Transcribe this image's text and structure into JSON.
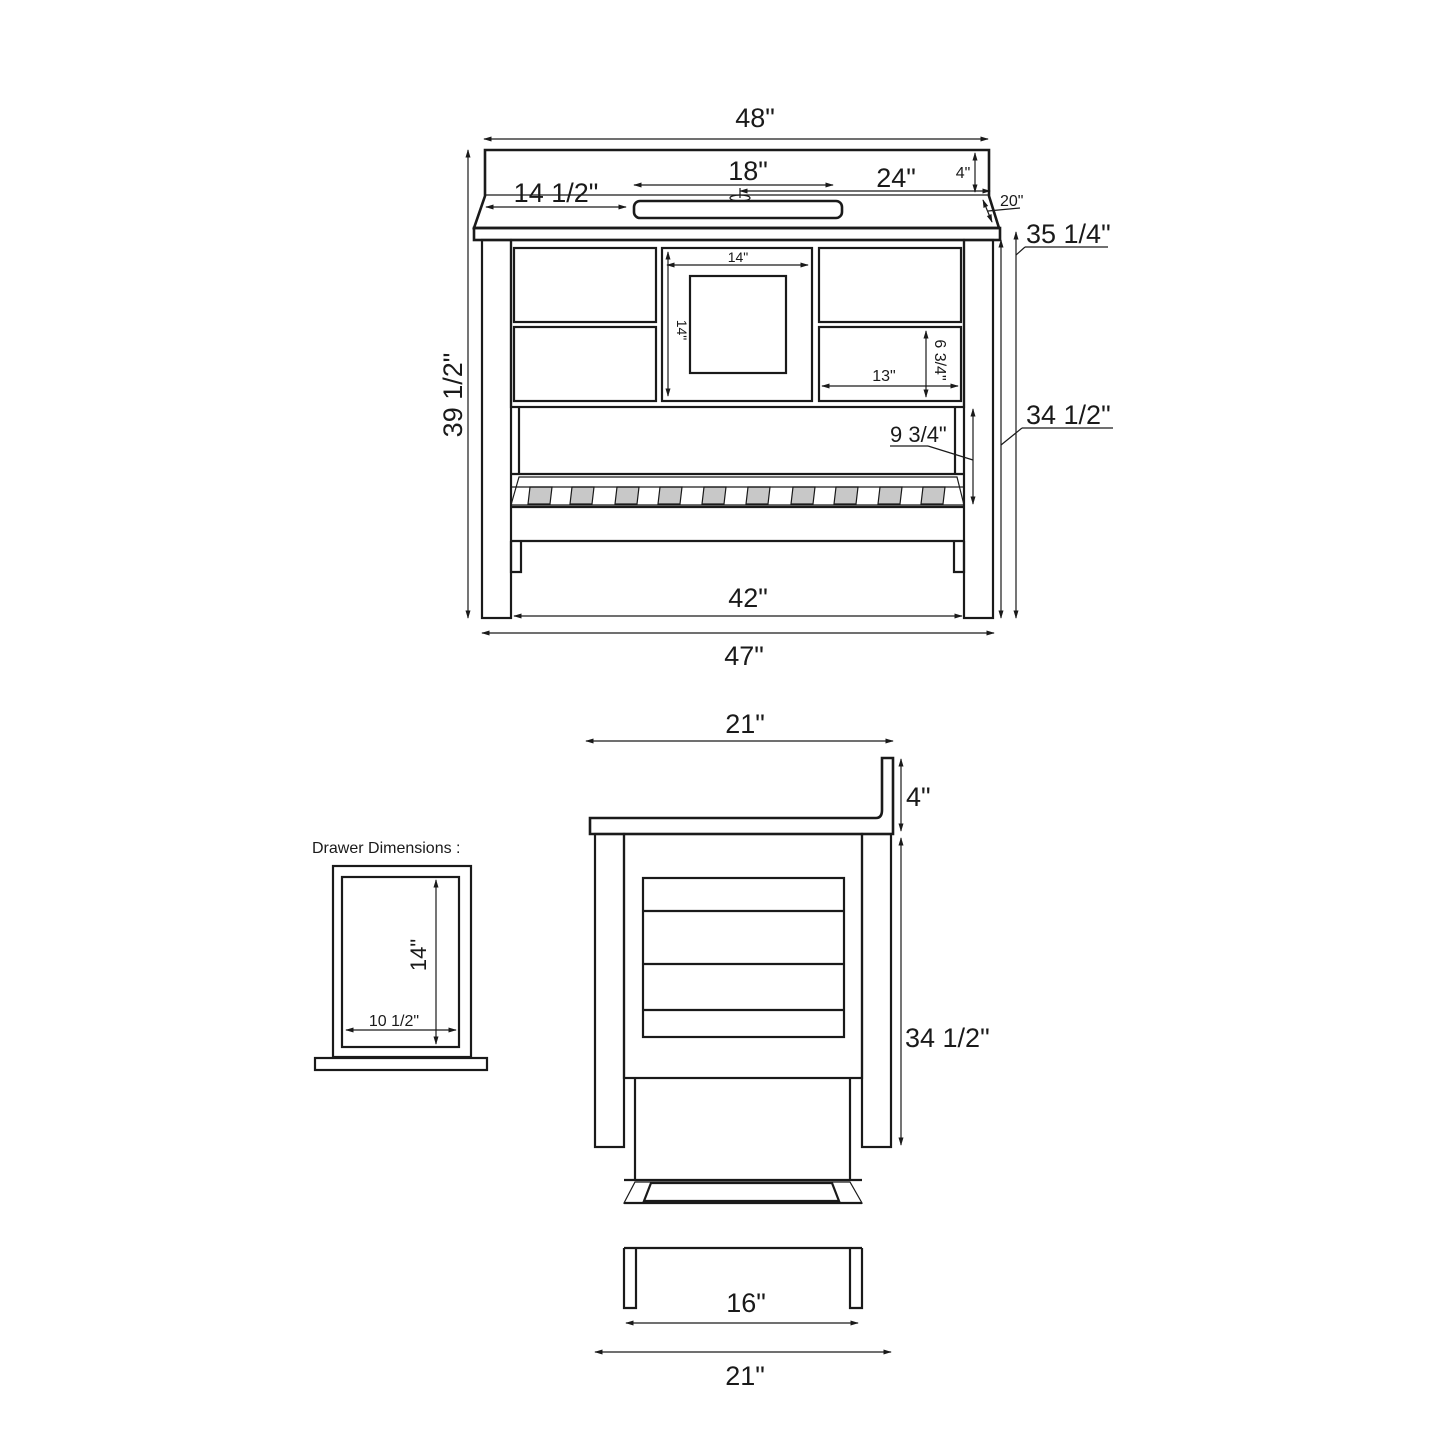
{
  "front_view": {
    "overall_width_top": "48\"",
    "sink_width": "18\"",
    "faucet_to_back": "24\"",
    "left_to_sink": "14 1/2\"",
    "backsplash_height": "4\"",
    "counter_depth": "20\"",
    "height_to_counter": "35 1/4\"",
    "overall_height": "39 1/2\"",
    "cabinet_height": "34 1/2\"",
    "door_width": "14\"",
    "door_height": "14\"",
    "drawer_width": "13\"",
    "drawer_height": "6 3/4\"",
    "shelf_clearance": "9 3/4\"",
    "inner_leg_width": "42\"",
    "base_width": "47\""
  },
  "drawer_detail": {
    "title": "Drawer Dimensions :",
    "height": "14\"",
    "width": "10 1/2\""
  },
  "side_view": {
    "top_depth": "21\"",
    "backsplash_height": "4\"",
    "cabinet_height": "34 1/2\"",
    "inner_leg_depth": "16\"",
    "base_depth": "21\""
  },
  "colors": {
    "line": "#1a1a1a",
    "slat_fill": "#c8c8c8",
    "background": "#ffffff"
  }
}
